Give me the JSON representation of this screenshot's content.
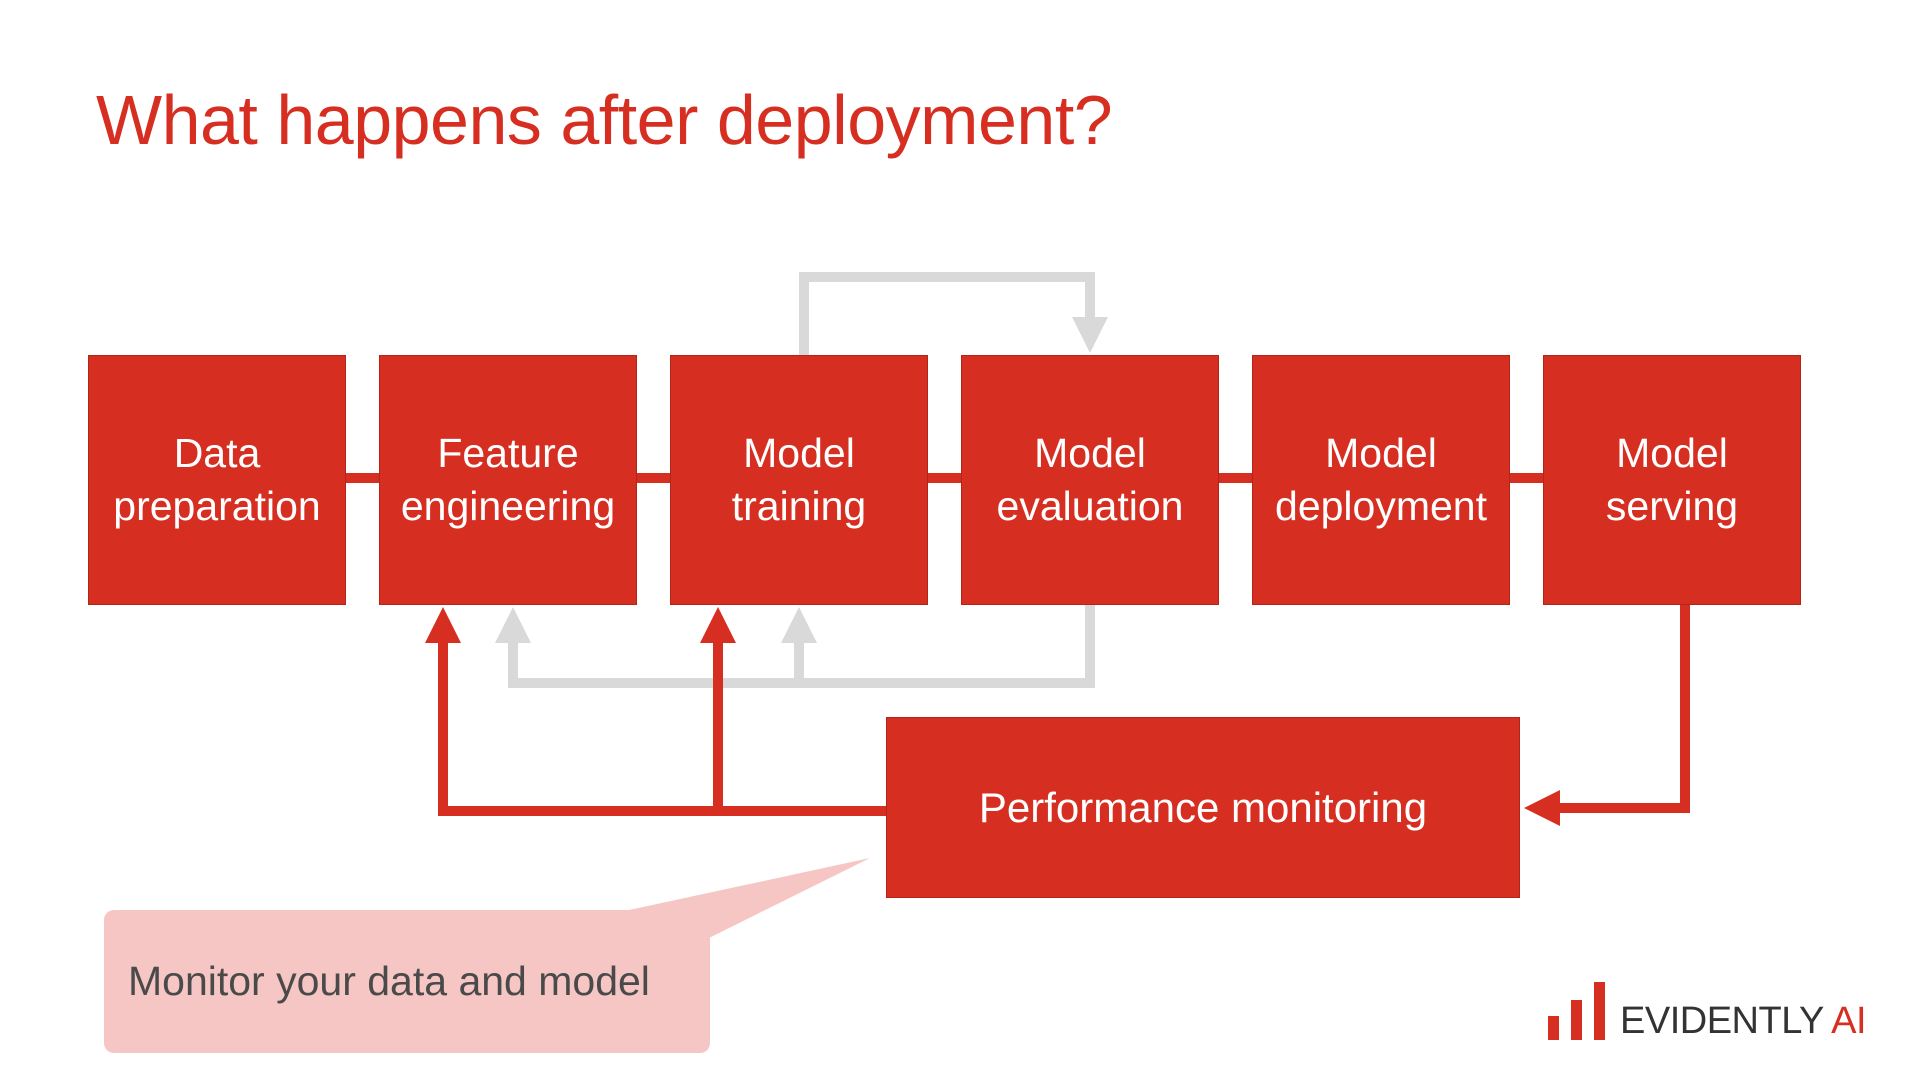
{
  "slide": {
    "title": "What happens after deployment?"
  },
  "stages": [
    {
      "line1": "Data",
      "line2": "preparation"
    },
    {
      "line1": "Feature",
      "line2": "engineering"
    },
    {
      "line1": "Model",
      "line2": "training"
    },
    {
      "line1": "Model",
      "line2": "evaluation"
    },
    {
      "line1": "Model",
      "line2": "deployment"
    },
    {
      "line1": "Model",
      "line2": "serving"
    }
  ],
  "monitoring": {
    "label": "Performance monitoring"
  },
  "callout": {
    "text": "Monitor your data and model"
  },
  "logo": {
    "name": "EVIDENTLY",
    "accent": "AI"
  },
  "colors": {
    "brand_red": "#d62f22",
    "loop_gray": "#d9d9d9",
    "callout_pink": "#f5c6c3"
  }
}
